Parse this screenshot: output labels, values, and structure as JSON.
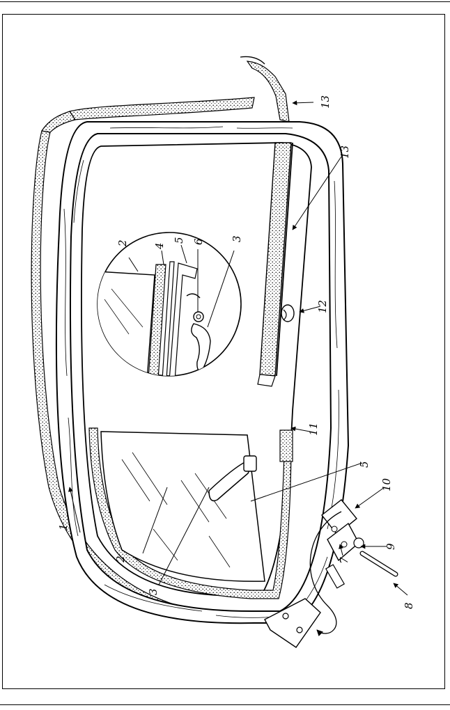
{
  "diagram": {
    "callouts": [
      {
        "id": "1",
        "label": "1"
      },
      {
        "id": "2a",
        "label": "2"
      },
      {
        "id": "2b",
        "label": "2"
      },
      {
        "id": "3a",
        "label": "3"
      },
      {
        "id": "3b",
        "label": "3"
      },
      {
        "id": "4",
        "label": "4"
      },
      {
        "id": "5a",
        "label": "5"
      },
      {
        "id": "5b",
        "label": "5"
      },
      {
        "id": "6",
        "label": "6"
      },
      {
        "id": "7",
        "label": "7"
      },
      {
        "id": "8",
        "label": "8"
      },
      {
        "id": "9",
        "label": "9"
      },
      {
        "id": "10",
        "label": "10"
      },
      {
        "id": "11",
        "label": "11"
      },
      {
        "id": "12",
        "label": "12"
      },
      {
        "id": "13a",
        "label": "13"
      },
      {
        "id": "13b",
        "label": "13"
      }
    ]
  }
}
